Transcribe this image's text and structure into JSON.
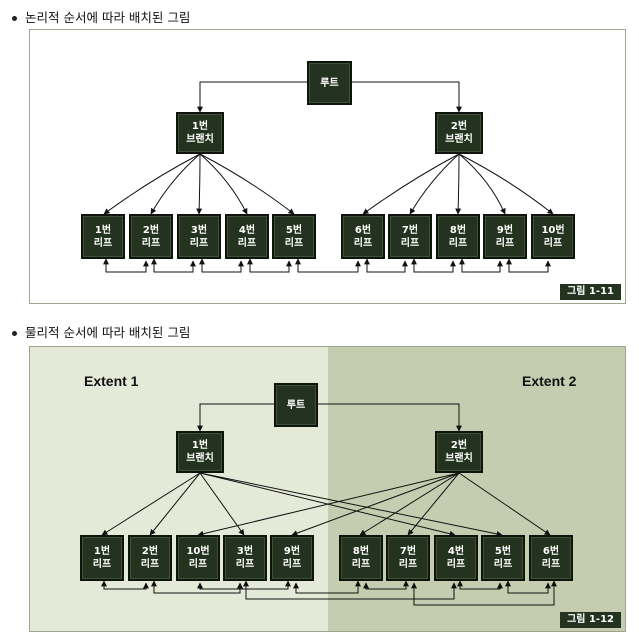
{
  "section1": {
    "title": "논리적 순서에 따라 배치된 그림",
    "caption": "그림 1-11",
    "root": "루트",
    "branches": [
      {
        "line1": "1번",
        "line2": "브랜치"
      },
      {
        "line1": "2번",
        "line2": "브랜치"
      }
    ],
    "leaves": [
      {
        "line1": "1번",
        "line2": "리프"
      },
      {
        "line1": "2번",
        "line2": "리프"
      },
      {
        "line1": "3번",
        "line2": "리프"
      },
      {
        "line1": "4번",
        "line2": "리프"
      },
      {
        "line1": "5번",
        "line2": "리프"
      },
      {
        "line1": "6번",
        "line2": "리프"
      },
      {
        "line1": "7번",
        "line2": "리프"
      },
      {
        "line1": "8번",
        "line2": "리프"
      },
      {
        "line1": "9번",
        "line2": "리프"
      },
      {
        "line1": "10번",
        "line2": "리프"
      }
    ]
  },
  "section2": {
    "title": "물리적 순서에 따라 배치된 그림",
    "caption": "그림 1-12",
    "extent1": "Extent 1",
    "extent2": "Extent 2",
    "root": "루트",
    "branches": [
      {
        "line1": "1번",
        "line2": "브랜치"
      },
      {
        "line1": "2번",
        "line2": "브랜치"
      }
    ],
    "leaves": [
      {
        "line1": "1번",
        "line2": "리프"
      },
      {
        "line1": "2번",
        "line2": "리프"
      },
      {
        "line1": "10번",
        "line2": "리프"
      },
      {
        "line1": "3번",
        "line2": "리프"
      },
      {
        "line1": "9번",
        "line2": "리프"
      },
      {
        "line1": "8번",
        "line2": "리프"
      },
      {
        "line1": "7번",
        "line2": "리프"
      },
      {
        "line1": "4번",
        "line2": "리프"
      },
      {
        "line1": "5번",
        "line2": "리프"
      },
      {
        "line1": "6번",
        "line2": "리프"
      }
    ]
  },
  "colors": {
    "node_fill": "#23331f",
    "extent1_bg": "#e5ead8",
    "extent2_bg": "#c4cdaf"
  }
}
